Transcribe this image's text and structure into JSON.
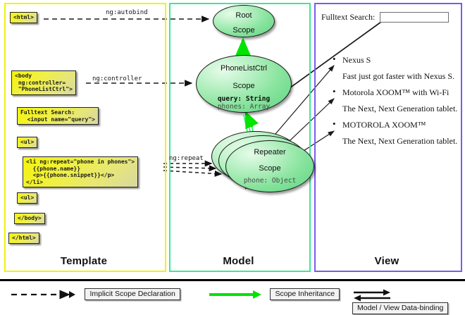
{
  "columns": [
    {
      "id": "template",
      "label": "Template",
      "border_color": "#f2f20c"
    },
    {
      "id": "model",
      "label": "Model",
      "border_color": "#3ae89a"
    },
    {
      "id": "view",
      "label": "View",
      "border_color": "#7a5bec"
    }
  ],
  "template": {
    "boxes": [
      {
        "name": "html-open-tag",
        "text": "<html>"
      },
      {
        "name": "body-tag",
        "text": "<body\n ng:controller=\n \"PhoneListCtrl\">"
      },
      {
        "name": "fulltext-search",
        "text": "Fulltext Search:\n  <input name=\"query\">"
      },
      {
        "name": "ul-open-tag",
        "text": "<ul>"
      },
      {
        "name": "li-repeat",
        "text": "<li ng:repeat=\"phone in phones\">\n  {{phone.name}}\n  <p>{{phone.snippet}}</p>\n</li>"
      },
      {
        "name": "ul-close-tag",
        "text": "<ul>"
      },
      {
        "name": "body-close-tag",
        "text": "</body>"
      },
      {
        "name": "html-close-tag",
        "text": "</html>"
      }
    ]
  },
  "connectors": {
    "autobind": "ng:autobind",
    "controller": "ng:controller",
    "repeat": "ng:repeat"
  },
  "model": {
    "root_scope": {
      "title_line1": "Root",
      "title_line2": "Scope"
    },
    "phonelist_scope": {
      "title_line1": "PhoneListCtrl",
      "title_line2": "Scope",
      "props": [
        {
          "text": "query: String",
          "emphasis": "bold"
        },
        {
          "text": "phones: Array",
          "emphasis": "normal"
        }
      ]
    },
    "repeater_scope": {
      "title_line1": "Repeater",
      "title_line2": "Scope",
      "props": [
        {
          "text": "phone: Object",
          "emphasis": "normal"
        }
      ]
    }
  },
  "view": {
    "search_label": "Fulltext Search:",
    "search_value": "",
    "search_placeholder": "",
    "phones": [
      {
        "name": "Nexus S",
        "snippet": "Fast just got faster with Nexus S."
      },
      {
        "name": "Motorola XOOM™  with Wi-Fi",
        "snippet": "The Next, Next Generation tablet."
      },
      {
        "name": "MOTOROLA XOOM™",
        "snippet": "The Next, Next Generation tablet."
      }
    ]
  },
  "legend": [
    {
      "name": "implicit-scope-declaration",
      "label": "Implicit Scope Declaration",
      "arrow": "dashed-black"
    },
    {
      "name": "scope-inheritance",
      "label": "Scope Inheritance",
      "arrow": "solid-green"
    },
    {
      "name": "model-view-data-binding",
      "label": "Model / View Data-binding",
      "arrow": "double-black"
    }
  ],
  "colors": {
    "template_border": "#f2f20c",
    "model_border": "#3ae89a",
    "view_border": "#7a5bec",
    "scope_green": "#86e39c",
    "code_yellow": "#f0f042",
    "inheritance_green": "#00e000"
  }
}
